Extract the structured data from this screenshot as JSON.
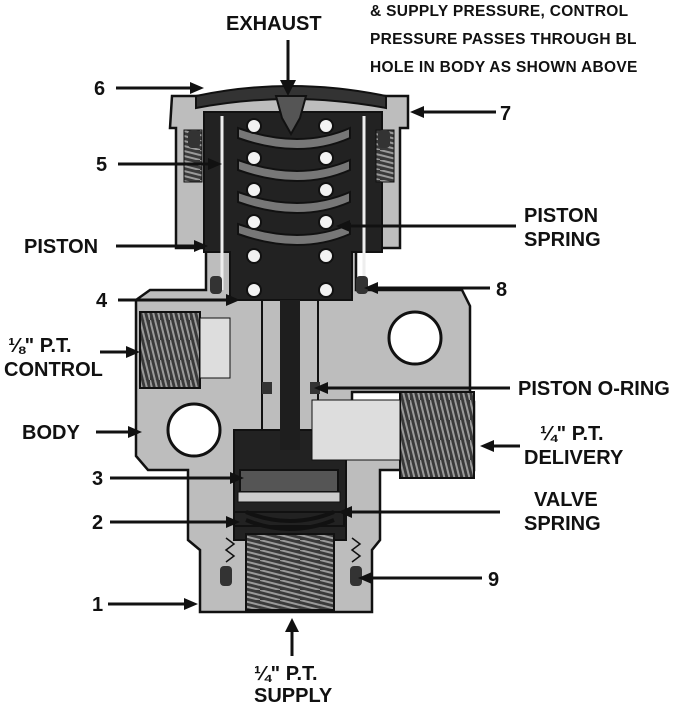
{
  "note": {
    "lines": [
      "& SUPPLY PRESSURE, CONTROL",
      "PRESSURE PASSES THROUGH BL",
      "HOLE IN BODY AS SHOWN ABOVE"
    ]
  },
  "labels": {
    "exhaust": "EXHAUST",
    "n1": "1",
    "n2": "2",
    "n3": "3",
    "n4": "4",
    "n5": "5",
    "n6": "6",
    "n7": "7",
    "n8": "8",
    "n9": "9",
    "piston": "PISTON",
    "piston_spring_1": "PISTON",
    "piston_spring_2": "SPRING",
    "control_1": "⅛\" P.T.",
    "control_2": "CONTROL",
    "body": "BODY",
    "piston_oring": "PISTON O-RING",
    "delivery_1": "¼\" P.T.",
    "delivery_2": "DELIVERY",
    "valve_spring_1": "VALVE",
    "valve_spring_2": "SPRING",
    "supply_1": "¼\" P.T.",
    "supply_2": "SUPPLY"
  },
  "colors": {
    "ink": "#111111",
    "metal": "#bdbdbd",
    "metal_light": "#d9d9d9",
    "cavity": "#1a1a1a",
    "hole": "#ffffff"
  }
}
